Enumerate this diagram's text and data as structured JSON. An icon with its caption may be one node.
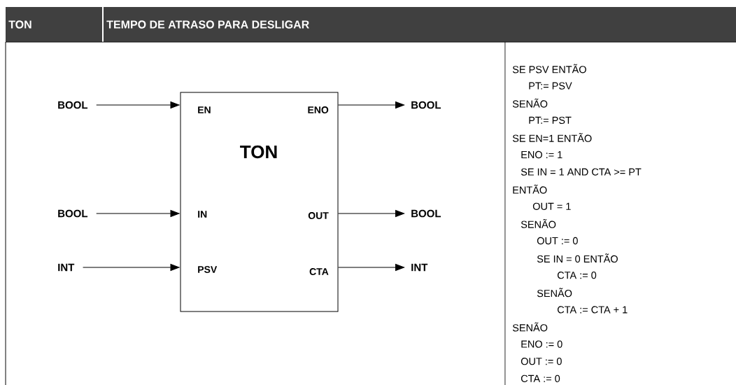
{
  "diagram": {
    "nodes": [
      {
        "text": [
          "TON",
          "EN",
          "ENO",
          "IN",
          "OUT",
          "PSV",
          "CTA"
        ]
      },
      {
        "text": [
          "BOOL"
        ]
      },
      {
        "text": [
          "BOOL"
        ]
      },
      {
        "text": [
          "INT"
        ]
      },
      {
        "text": [
          "BOOL"
        ]
      },
      {
        "text": [
          "BOOL"
        ]
      },
      {
        "text": [
          "INT"
        ]
      }
    ],
    "edges": [
      {
        "from": 1,
        "to": 0,
        "arrow": "to"
      },
      {
        "from": 2,
        "to": 0,
        "arrow": "to"
      },
      {
        "from": 3,
        "to": 0,
        "arrow": "to"
      },
      {
        "from": 0,
        "to": 4,
        "arrow": "to"
      },
      {
        "from": 0,
        "to": 5,
        "arrow": "to"
      },
      {
        "from": 0,
        "to": 6,
        "arrow": "to"
      }
    ],
    "labels": [
      "TON",
      "TEMPO DE ATRASO PARA DESLIGAR",
      "SE PSV ENTÃO",
      "PT:= PSV",
      "SENÃO",
      "PT:= PST",
      "SE EN=1 ENTÃO",
      "ENO := 1",
      "SE IN = 1 AND CTA >= PT",
      "ENTÃO",
      "OUT = 1",
      "SENÃO",
      "OUT := 0",
      "SE IN = 0  ENTÃO",
      "CTA  := 0",
      "SENÃO",
      "CTA := CTA + 1",
      "SENÃO",
      "ENO := 0",
      "OUT := 0",
      "CTA := 0"
    ]
  }
}
